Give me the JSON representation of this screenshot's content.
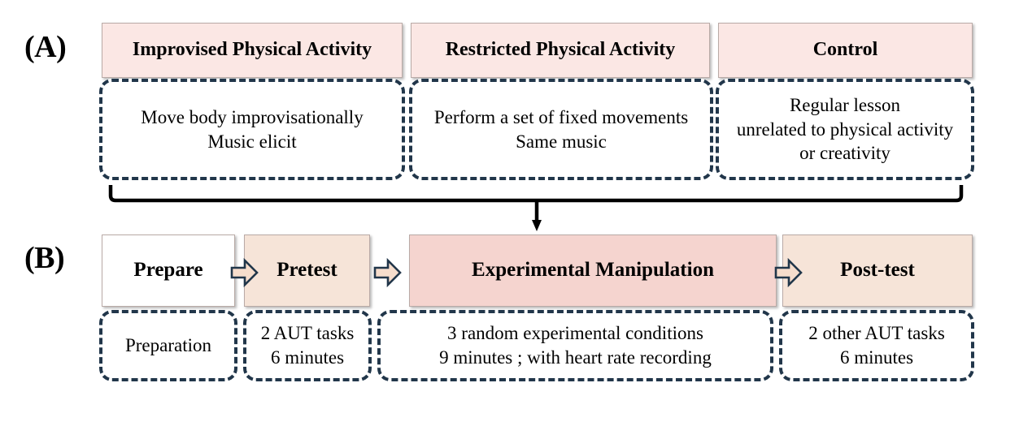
{
  "figure": {
    "panel_a_label": "(A)",
    "panel_b_label": "(B)"
  },
  "colors": {
    "header_pink": "#fbe7e4",
    "header_peach": "#f6e4d8",
    "header_rose": "#f5d4cf",
    "header_white": "#ffffff",
    "dash_border": "#21364a",
    "arrow_fill": "#f6ddcc",
    "arrow_stroke": "#21364a",
    "bracket": "#000000",
    "text": "#000000"
  },
  "panel_a": {
    "conditions": [
      {
        "title": "Improvised Physical Activity",
        "details": [
          "Move body improvisationally",
          "Music elicit"
        ]
      },
      {
        "title": "Restricted Physical Activity",
        "details": [
          "Perform a set of fixed movements",
          "Same music"
        ]
      },
      {
        "title": "Control",
        "details": [
          "Regular lesson",
          "unrelated to physical activity",
          "or creativity"
        ]
      }
    ]
  },
  "panel_b": {
    "stages": [
      {
        "title": "Prepare",
        "details": [
          "Preparation"
        ]
      },
      {
        "title": "Pretest",
        "details": [
          "2 AUT tasks",
          "6 minutes"
        ]
      },
      {
        "title": "Experimental Manipulation",
        "details": [
          "3 random experimental conditions",
          "9 minutes ; with heart rate recording"
        ]
      },
      {
        "title": "Post-test",
        "details": [
          "2 other AUT tasks",
          "6 minutes"
        ]
      }
    ],
    "arrow_count": 3
  }
}
